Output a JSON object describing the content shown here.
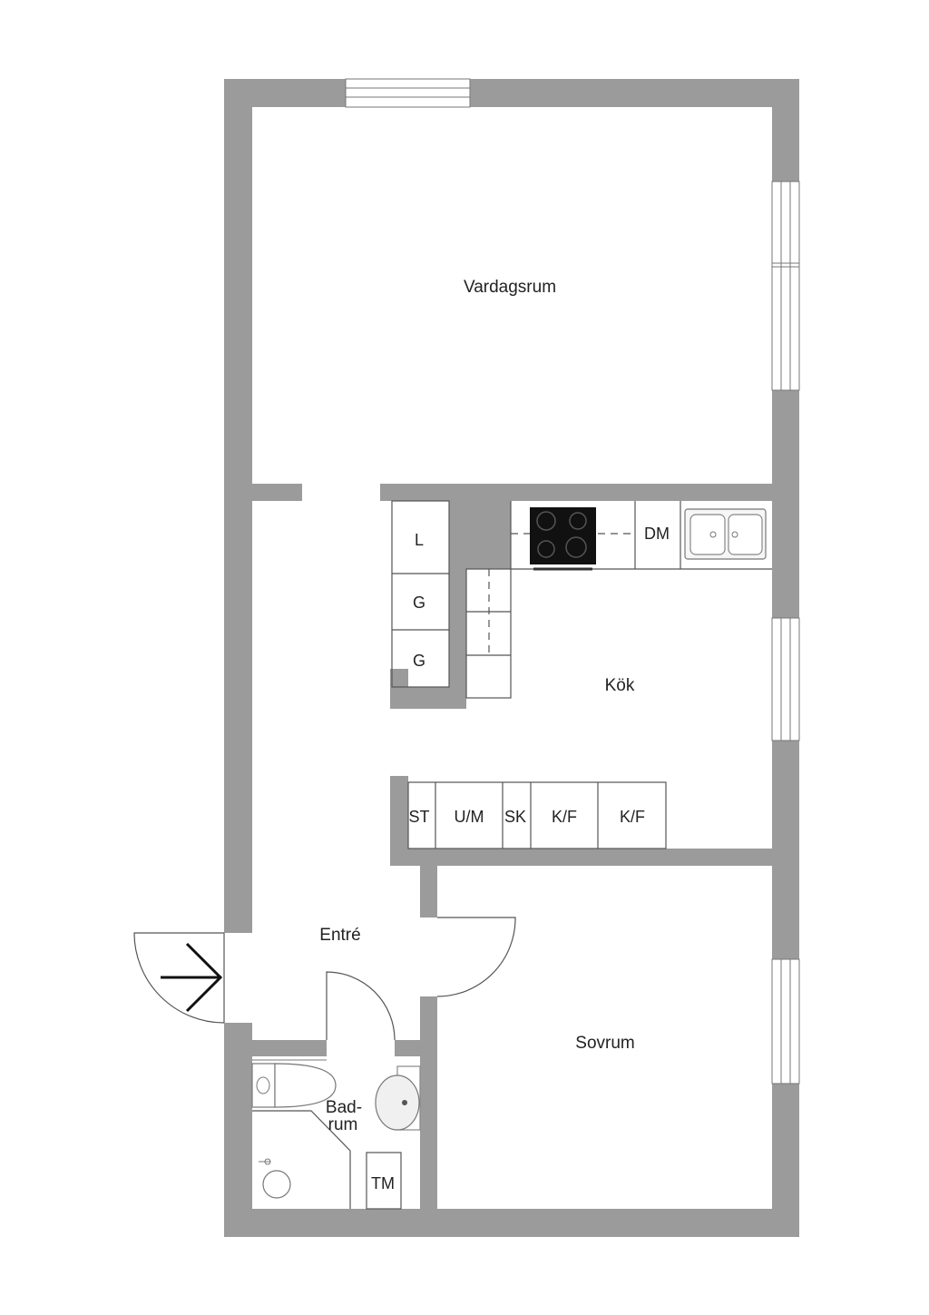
{
  "rooms": {
    "living_room": "Vardagsrum",
    "kitchen": "Kök",
    "entrance": "Entré",
    "bedroom": "Sovrum",
    "bathroom_line1": "Bad-",
    "bathroom_line2": "rum"
  },
  "fixtures": {
    "pantry_l": "L",
    "pantry_g1": "G",
    "pantry_g2": "G",
    "dishwasher": "DM",
    "st": "ST",
    "um": "U/M",
    "sk": "SK",
    "kf1": "K/F",
    "kf2": "K/F",
    "tm": "TM"
  },
  "colors": {
    "wall": "#9b9b9b",
    "line": "#555555",
    "stove": "#111111"
  }
}
